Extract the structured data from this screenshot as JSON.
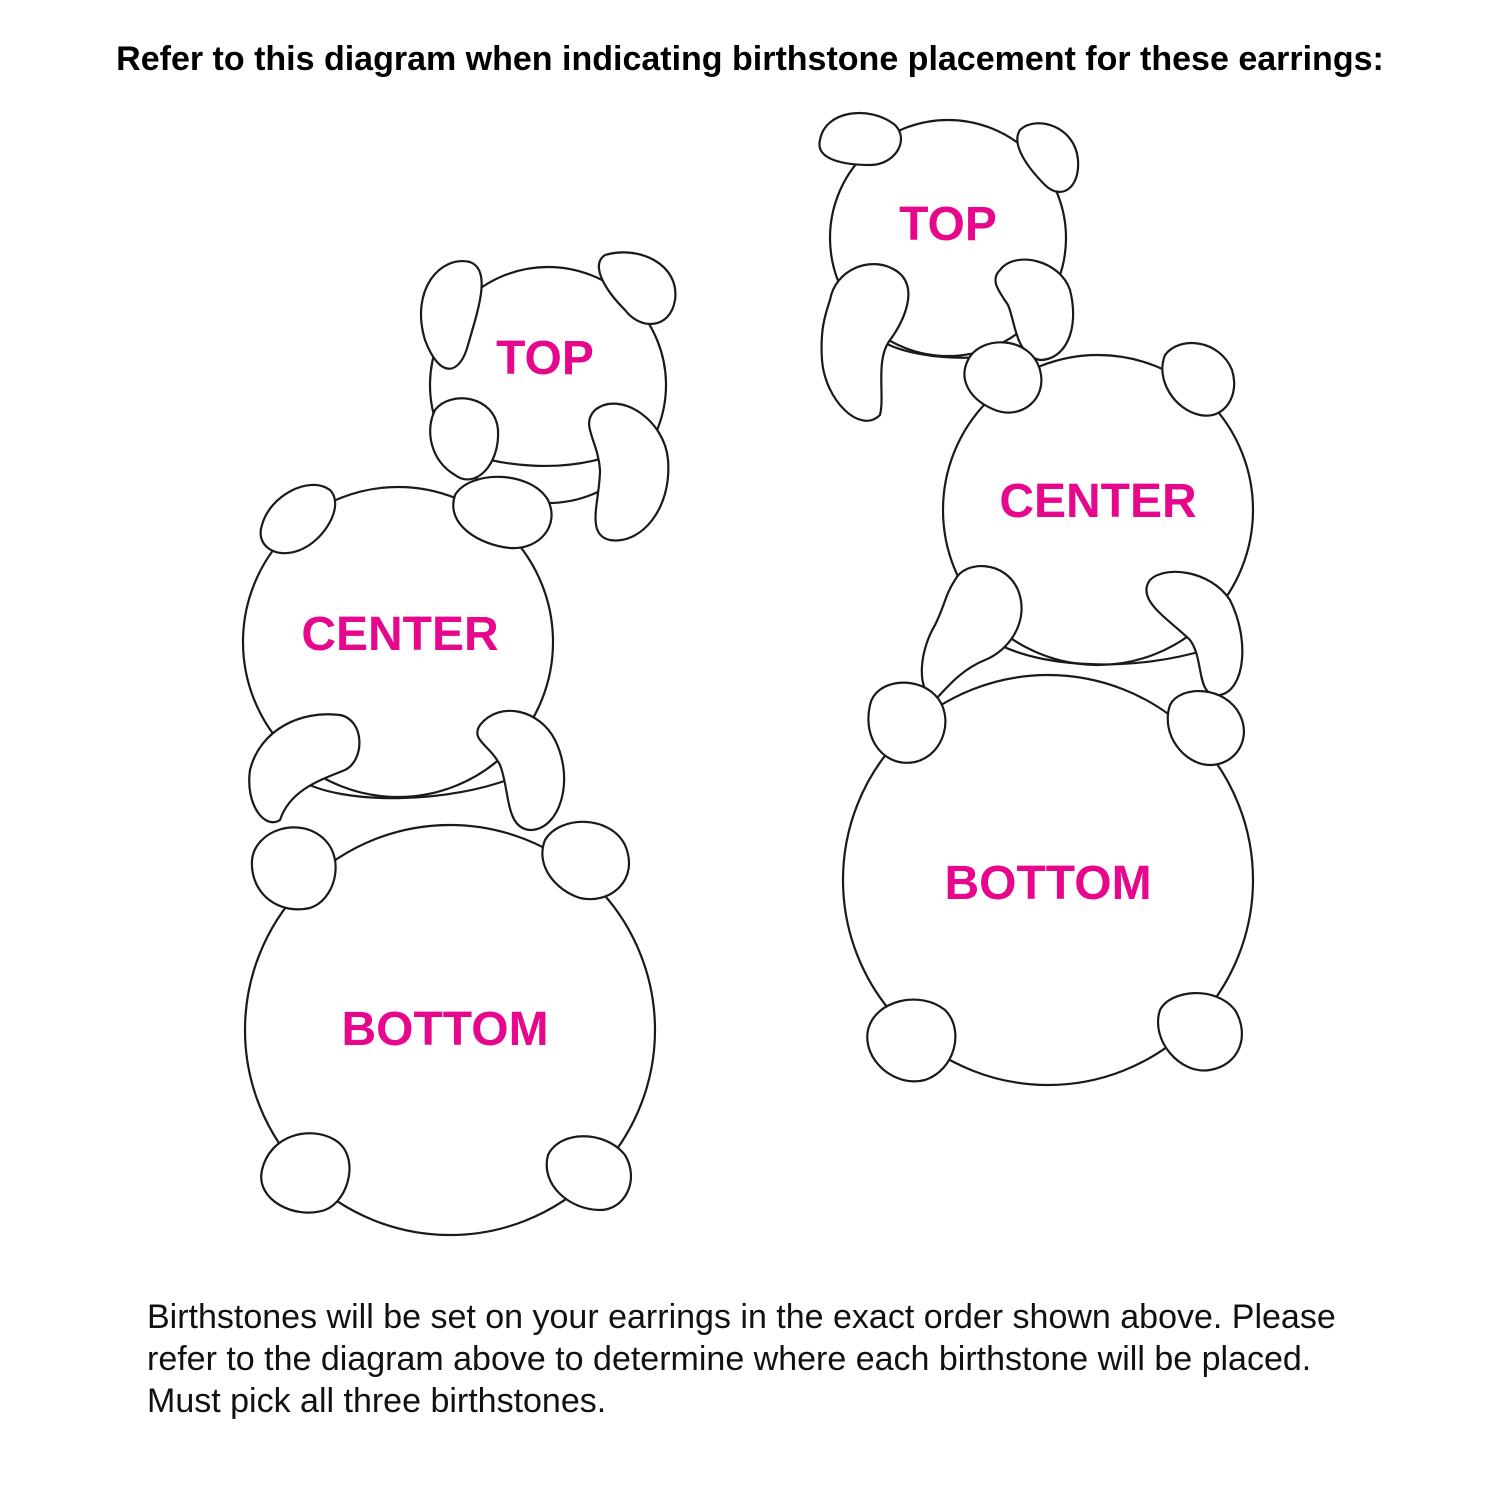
{
  "heading": "Refer to this diagram when indicating birthstone placement for these earrings:",
  "labels": {
    "top": "TOP",
    "center": "CENTER",
    "bottom": "BOTTOM"
  },
  "label_color": "#e6078c",
  "outline_color": "#1a1a1a",
  "instructions": "Birthstones will be set on your earrings in the exact order shown above. Please refer to the diagram above to determine where each birthstone will be placed. Must pick all three birthstones."
}
